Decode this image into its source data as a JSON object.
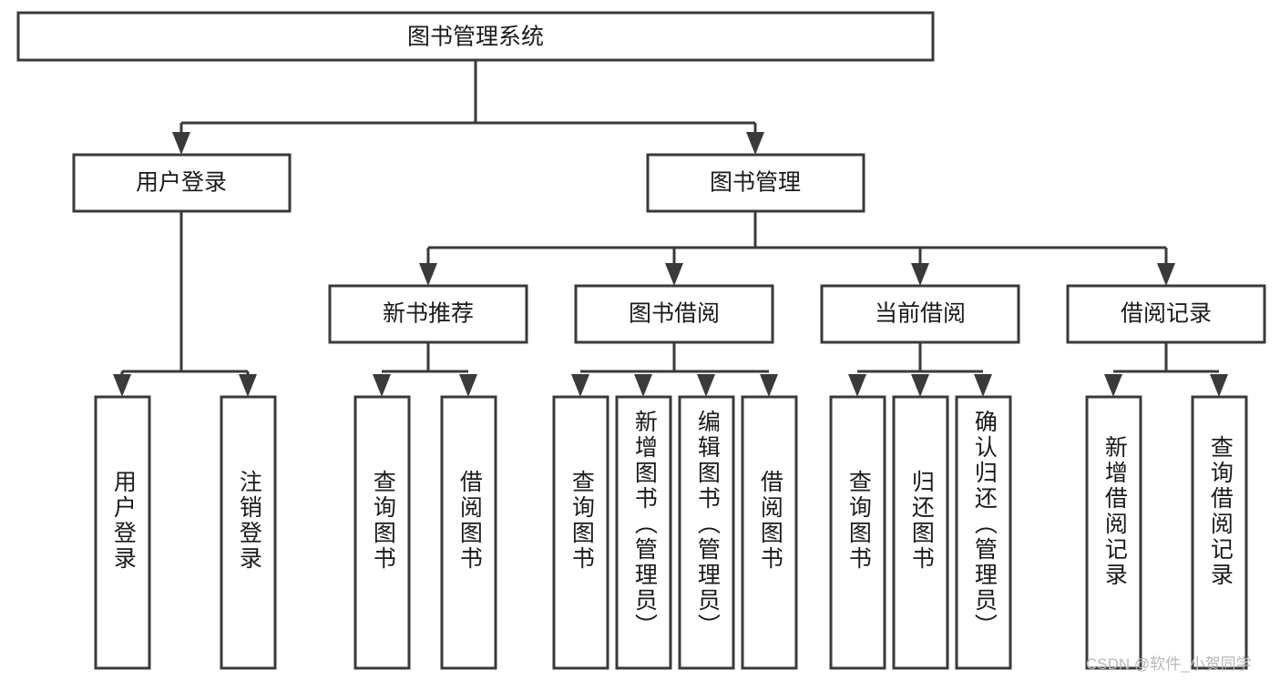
{
  "diagram": {
    "title": "图书管理系统",
    "type": "tree",
    "root": {
      "id": "root",
      "label": "图书管理系统",
      "orientation": "horizontal"
    },
    "level2": [
      {
        "id": "user-login",
        "label": "用户登录",
        "orientation": "horizontal"
      },
      {
        "id": "book-manage",
        "label": "图书管理",
        "orientation": "horizontal"
      }
    ],
    "level3": [
      {
        "id": "new-book-rec",
        "label": "新书推荐",
        "orientation": "horizontal",
        "parent": "book-manage"
      },
      {
        "id": "book-borrow",
        "label": "图书借阅",
        "orientation": "horizontal",
        "parent": "book-manage"
      },
      {
        "id": "current-borrow",
        "label": "当前借阅",
        "orientation": "horizontal",
        "parent": "book-manage"
      },
      {
        "id": "borrow-record",
        "label": "借阅记录",
        "orientation": "horizontal",
        "parent": "book-manage"
      }
    ],
    "leaves": [
      {
        "id": "leaf-user-login",
        "label": "用户登录",
        "orientation": "vertical",
        "parent": "user-login"
      },
      {
        "id": "leaf-logout-login",
        "label": "注销登录",
        "orientation": "vertical",
        "parent": "user-login"
      },
      {
        "id": "leaf-query-book-1",
        "label": "查询图书",
        "orientation": "vertical",
        "parent": "new-book-rec"
      },
      {
        "id": "leaf-borrow-book-1",
        "label": "借阅图书",
        "orientation": "vertical",
        "parent": "new-book-rec"
      },
      {
        "id": "leaf-query-book-2",
        "label": "查询图书",
        "orientation": "vertical",
        "parent": "book-borrow"
      },
      {
        "id": "leaf-add-book",
        "label": "新增图书（管理员）",
        "orientation": "vertical",
        "parent": "book-borrow"
      },
      {
        "id": "leaf-edit-book",
        "label": "编辑图书（管理员）",
        "orientation": "vertical",
        "parent": "book-borrow"
      },
      {
        "id": "leaf-borrow-book-2",
        "label": "借阅图书",
        "orientation": "vertical",
        "parent": "book-borrow"
      },
      {
        "id": "leaf-query-book-3",
        "label": "查询图书",
        "orientation": "vertical",
        "parent": "current-borrow"
      },
      {
        "id": "leaf-return-book",
        "label": "归还图书",
        "orientation": "vertical",
        "parent": "current-borrow"
      },
      {
        "id": "leaf-confirm-return",
        "label": "确认归还（管理员）",
        "orientation": "vertical",
        "parent": "current-borrow"
      },
      {
        "id": "leaf-add-record",
        "label": "新增借阅记录",
        "orientation": "vertical",
        "parent": "borrow-record"
      },
      {
        "id": "leaf-query-record",
        "label": "查询借阅记录",
        "orientation": "vertical",
        "parent": "borrow-record"
      }
    ],
    "colors": {
      "stroke": "#3a3a3a",
      "box_fill": "#ffffff",
      "text": "#1a1a1a",
      "background": "#ffffff",
      "watermark": "#b8b8b8"
    }
  },
  "watermark": {
    "label": "CSDN @软件_小贺同学"
  }
}
